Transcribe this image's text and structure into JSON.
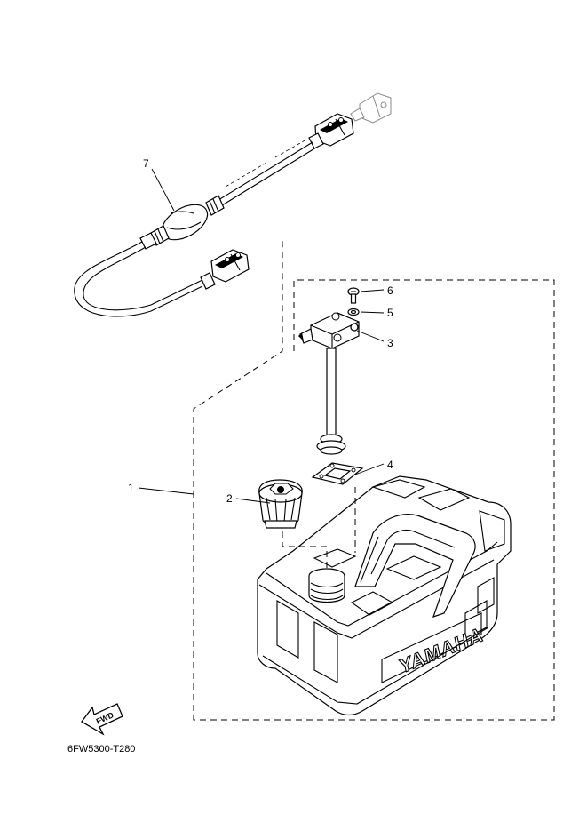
{
  "callouts": [
    {
      "number": "1",
      "part": "fuel-tank-assembly"
    },
    {
      "number": "2",
      "part": "fuel-tank-cap"
    },
    {
      "number": "3",
      "part": "fuel-gauge-joint"
    },
    {
      "number": "4",
      "part": "gasket"
    },
    {
      "number": "5",
      "part": "washer"
    },
    {
      "number": "6",
      "part": "screw"
    },
    {
      "number": "7",
      "part": "fuel-hose-assembly"
    }
  ],
  "tank_brand": "YAMAHA",
  "fwd_label": "FWD",
  "diagram_code": "6FW5300-T280",
  "colors": {
    "line": "#000000",
    "background": "#ffffff"
  }
}
